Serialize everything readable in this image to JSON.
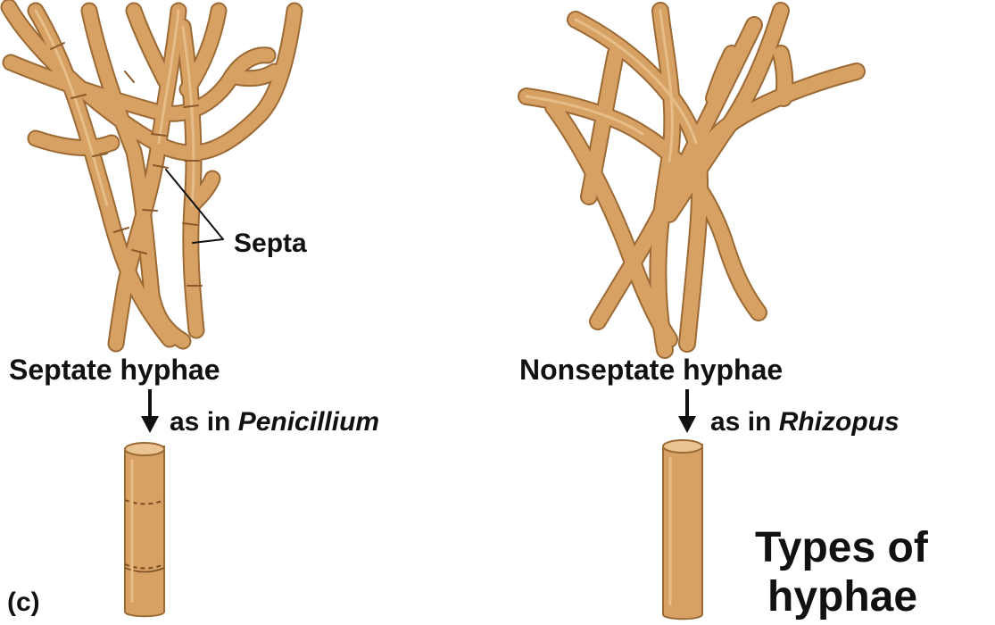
{
  "labels": {
    "septa": "Septa",
    "septate_title": "Septate hyphae",
    "septate_prefix": "as in ",
    "septate_genus": "Penicillium",
    "nonseptate_title": "Nonseptate hyphae",
    "nonseptate_prefix": "as in ",
    "nonseptate_genus": "Rhizopus",
    "panel_letter": "(c)",
    "caption_line1": "Types of",
    "caption_line2": "hyphae"
  },
  "colors": {
    "hypha_fill": "#D6A163",
    "hypha_outline": "#9C6A35",
    "hypha_highlight": "#EAC592",
    "text": "#111111",
    "background": "#FFFFFF"
  }
}
